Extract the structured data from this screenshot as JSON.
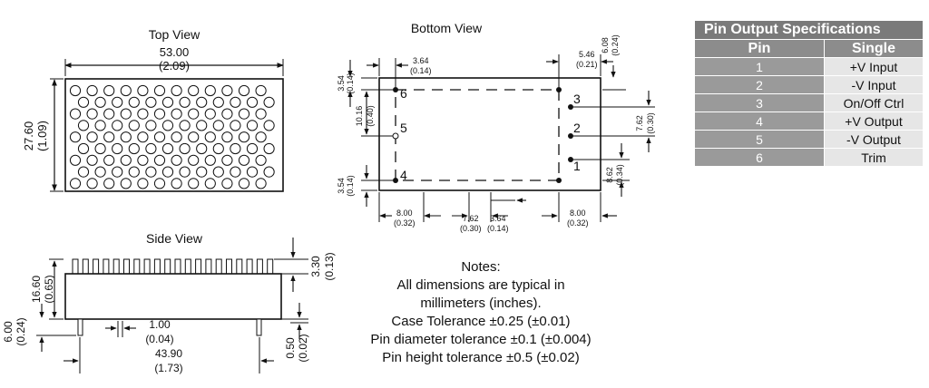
{
  "top_view": {
    "title": "Top View",
    "width_mm": "53.00",
    "width_in": "(2.09)",
    "height_mm": "27.60",
    "height_in": "(1.09)"
  },
  "bottom_view": {
    "title": "Bottom View",
    "dims": {
      "d354_top_mm": "3.54",
      "d354_top_in": "(0.14)",
      "d364_top_mm": "3.64",
      "d364_top_in": "(0.14)",
      "d546_mm": "5.46",
      "d546_in": "(0.21)",
      "d608_mm": "6.08",
      "d608_in": "(0.24)",
      "d1016_mm": "10.16",
      "d1016_in": "(0.40)",
      "d762_right_mm": "7.62",
      "d762_right_in": "(0.30)",
      "d862_mm": "8.62",
      "d862_in": "(0.34)",
      "d354_bot_mm": "3.54",
      "d354_bot_in": "(0.14)",
      "d800_left_mm": "8.00",
      "d800_left_in": "(0.32)",
      "d762_bot_mm": "7.62",
      "d762_bot_in": "(0.30)",
      "d364_bot_mm": "3.64",
      "d364_bot_in": "(0.14)",
      "d800_right_mm": "8.00",
      "d800_right_in": "(0.32)"
    },
    "pins": [
      "1",
      "2",
      "3",
      "4",
      "5",
      "6"
    ]
  },
  "side_view": {
    "title": "Side View",
    "d330_mm": "3.30",
    "d330_in": "(0.13)",
    "d1660_mm": "16.60",
    "d1660_in": "(0.65)",
    "d600_mm": "6.00",
    "d600_in": "(0.24)",
    "d100_mm": "1.00",
    "d100_in": "(0.04)",
    "d4390_mm": "43.90",
    "d4390_in": "(1.73)",
    "d050_mm": "0.50",
    "d050_in": "(0.02)"
  },
  "notes": {
    "heading": "Notes:",
    "line1": "All dimensions are typical in",
    "line2": "millimeters (inches).",
    "line3": "Case Tolerance  ±0.25 (±0.01)",
    "line4": "Pin diameter tolerance ±0.1 (±0.004)",
    "line5": "Pin height tolerance ±0.5 (±0.02)"
  },
  "spec_table": {
    "title": "Pin Output Specifications",
    "col_pin": "Pin",
    "col_single": "Single",
    "rows": [
      {
        "pin": "1",
        "fn": "+V Input"
      },
      {
        "pin": "2",
        "fn": "-V Input"
      },
      {
        "pin": "3",
        "fn": "On/Off Ctrl"
      },
      {
        "pin": "4",
        "fn": "+V Output"
      },
      {
        "pin": "5",
        "fn": "-V Output"
      },
      {
        "pin": "6",
        "fn": "Trim"
      }
    ]
  }
}
